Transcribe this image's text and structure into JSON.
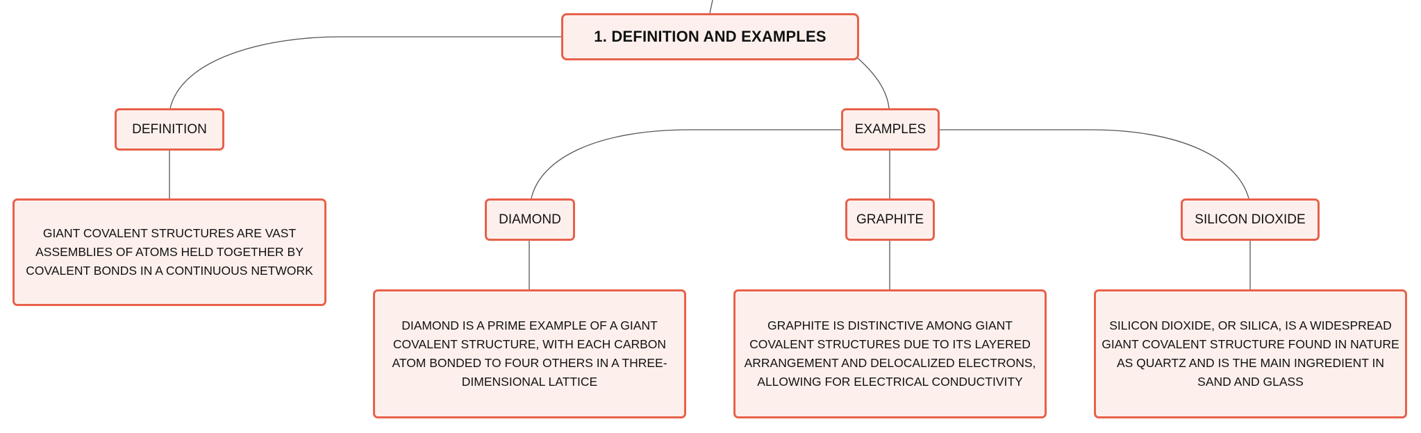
{
  "colors": {
    "border": "#e8604a",
    "fill": "#fdf0ec",
    "line": "#555555",
    "text": "#111111"
  },
  "mindmap": {
    "root": {
      "label": "1. DEFINITION AND EXAMPLES"
    },
    "definition": {
      "label": "DEFINITION",
      "text": "GIANT COVALENT STRUCTURES ARE VAST ASSEMBLIES OF ATOMS HELD TOGETHER BY COVALENT BONDS IN A CONTINUOUS NETWORK"
    },
    "examples": {
      "label": "EXAMPLES",
      "items": [
        {
          "label": "DIAMOND",
          "text": "DIAMOND IS A PRIME EXAMPLE OF A GIANT COVALENT STRUCTURE, WITH EACH CARBON ATOM BONDED TO FOUR OTHERS IN A THREE-DIMENSIONAL LATTICE"
        },
        {
          "label": "GRAPHITE",
          "text": "GRAPHITE IS DISTINCTIVE AMONG GIANT COVALENT STRUCTURES DUE TO ITS LAYERED ARRANGEMENT AND DELOCALIZED ELECTRONS, ALLOWING FOR ELECTRICAL CONDUCTIVITY"
        },
        {
          "label": "SILICON DIOXIDE",
          "text": "SILICON DIOXIDE, OR SILICA, IS A WIDESPREAD GIANT COVALENT STRUCTURE FOUND IN NATURE AS QUARTZ AND IS THE MAIN INGREDIENT IN SAND AND GLASS"
        }
      ]
    }
  }
}
